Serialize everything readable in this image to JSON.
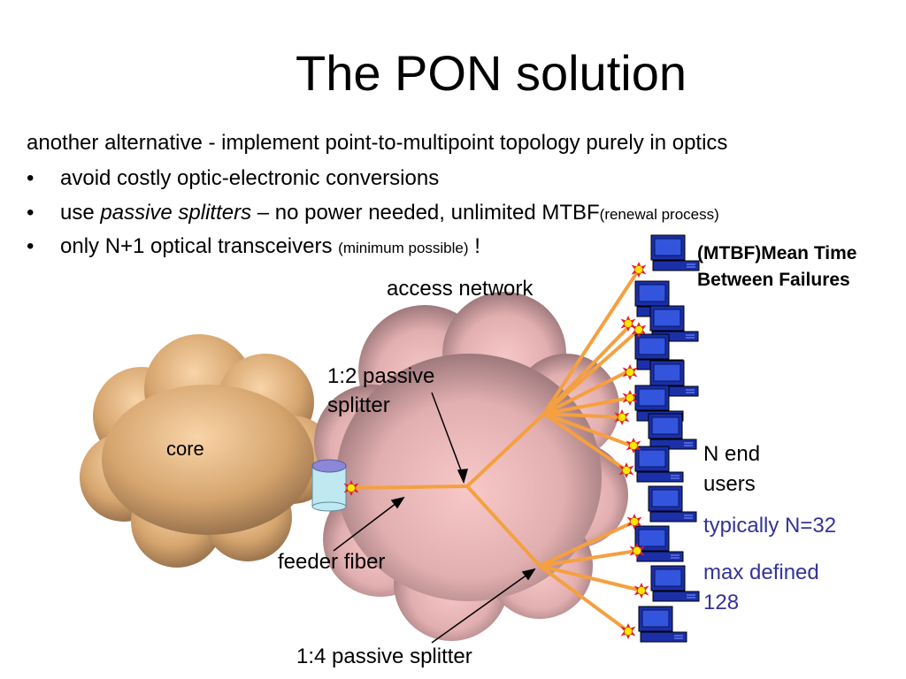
{
  "title": "The PON solution",
  "intro": "another alternative - implement point-to-multipoint topology purely in optics",
  "bullets": {
    "b1": {
      "marker": "•",
      "text": "avoid costly optic-electronic conversions"
    },
    "b2": {
      "marker": "•",
      "pre": "use ",
      "italic": "passive splitters",
      "post": " – no power needed, unlimited MTBF",
      "small": "(renewal process)"
    },
    "b3": {
      "marker": "•",
      "pre": "only N+1 optical transceivers ",
      "small": "(minimum possible)",
      "post": " !"
    }
  },
  "labels": {
    "access_network": "access network",
    "core": "core",
    "splitter_12_line1": "1:2 passive",
    "splitter_12_line2": "splitter",
    "feeder_fiber": "feeder fiber",
    "splitter_14": "1:4 passive splitter",
    "mtbf_line1": "(MTBF)Mean Time",
    "mtbf_line2": "Between Failures",
    "n_end_line1": "N end",
    "n_end_line2": "users",
    "typically": "typically N=32",
    "max_line1": "max defined",
    "max_line2": "128"
  },
  "colors": {
    "fiber": "#F5A040",
    "computer": "#1A2FA8",
    "accent_text": "#333399",
    "core_cloud": "#D9A066",
    "access_cloud": "#C7959A"
  }
}
